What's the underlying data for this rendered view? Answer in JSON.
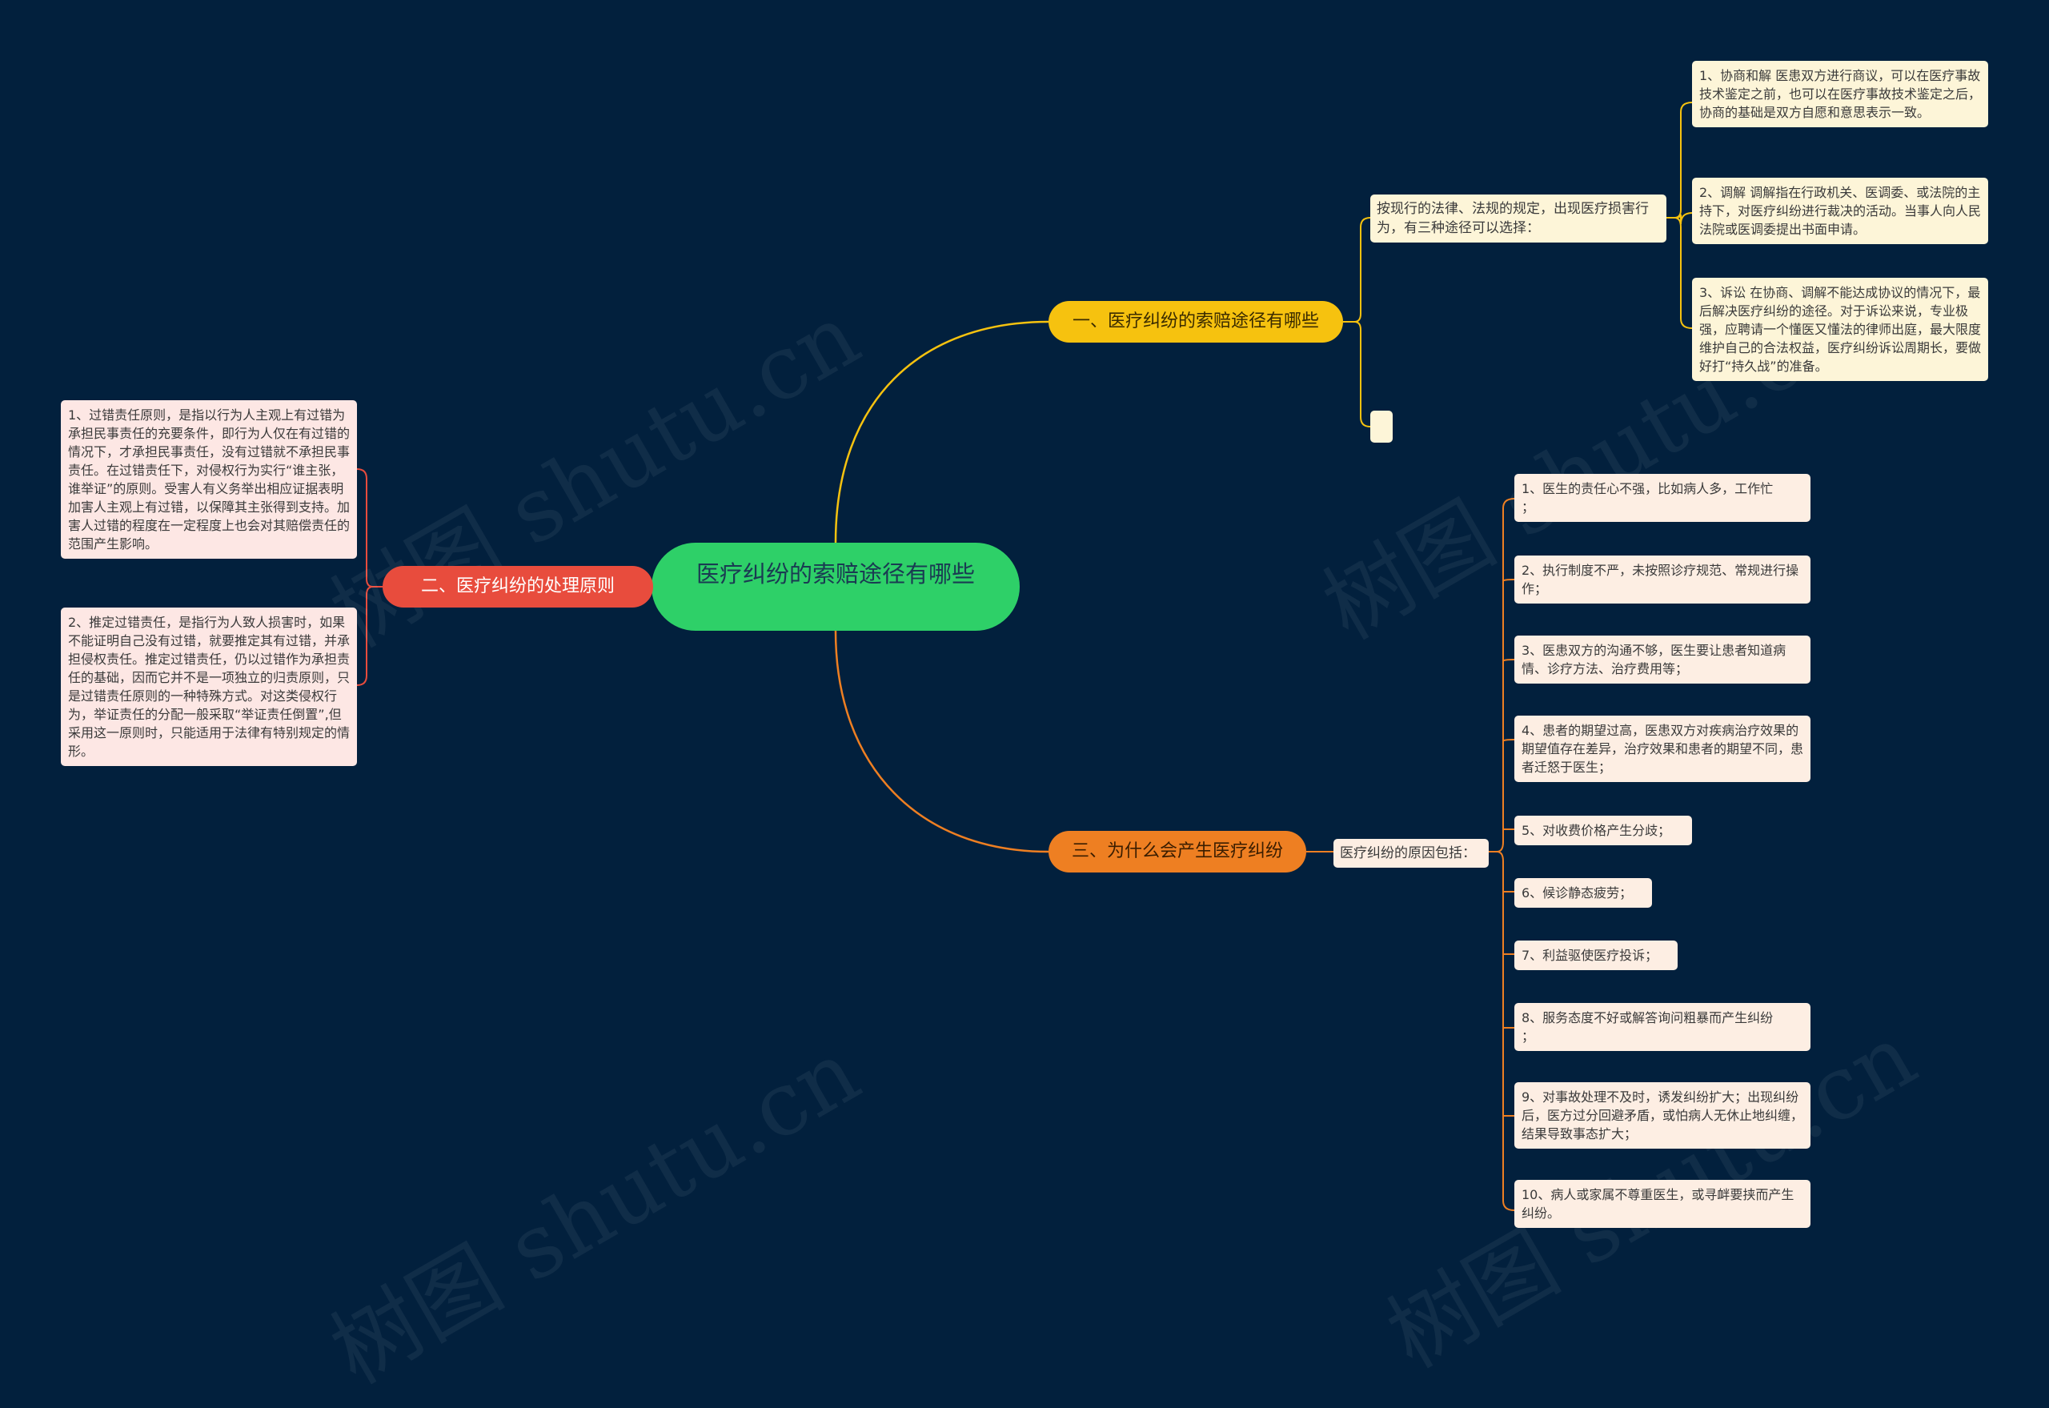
{
  "root": {
    "title": "医疗纠纷的索赔途径有哪些"
  },
  "watermark": "树图 shutu.cn",
  "colors": {
    "background": "#02203d",
    "root": "#2ed068",
    "branch1": "#f6c20f",
    "branch2": "#e84c3d",
    "branch3": "#ee7f22"
  },
  "branch1": {
    "title": "一、医疗纠纷的索赔途径有哪些",
    "intro": "按现行的法律、法规的规定，出现医疗损害行为，有三种途径可以选择：",
    "items": [
      "1、协商和解 医患双方进行商议，可以在医疗事故技术鉴定之前，也可以在医疗事故技术鉴定之后，协商的基础是双方自愿和意思表示一致。",
      "2、调解 调解指在行政机关、医调委、或法院的主持下，对医疗纠纷进行裁决的活动。当事人向人民法院或医调委提出书面申请。",
      "3、诉讼 在协商、调解不能达成协议的情况下，最后解决医疗纠纷的途径。对于诉讼来说，专业极强，应聘请一个懂医又懂法的律师出庭，最大限度维护自己的合法权益，医疗纠纷诉讼周期长，要做好打“持久战”的准备。"
    ]
  },
  "branch2": {
    "title": "二、医疗纠纷的处理原则",
    "items": [
      "1、过错责任原则，是指以行为人主观上有过错为承担民事责任的充要条件，即行为人仅在有过错的情况下，才承担民事责任，没有过错就不承担民事责任。在过错责任下，对侵权行为实行“谁主张，谁举证”的原则。受害人有义务举出相应证据表明加害人主观上有过错，以保障其主张得到支持。加害人过错的程度在一定程度上也会对其赔偿责任的范围产生影响。",
      "2、推定过错责任，是指行为人致人损害时，如果不能证明自己没有过错，就要推定其有过错，并承担侵权责任。推定过错责任，仍以过错作为承担责任的基础，因而它并不是一项独立的归责原则，只是过错责任原则的一种特殊方式。对这类侵权行为，举证责任的分配一般采取“举证责任倒置”,但采用这一原则时，只能适用于法律有特别规定的情形。"
    ]
  },
  "branch3": {
    "title": "三、为什么会产生医疗纠纷",
    "intro": "医疗纠纷的原因包括：",
    "items": [
      "1、医生的责任心不强，比如病人多，工作忙\n；",
      "2、执行制度不严，未按照诊疗规范、常规进行操作；",
      "3、医患双方的沟通不够，医生要让患者知道病情、诊疗方法、治疗费用等；",
      "4、患者的期望过高，医患双方对疾病治疗效果的期望值存在差异，治疗效果和患者的期望不同，患者迁怒于医生；",
      "5、对收费价格产生分歧；",
      "6、候诊静态疲劳；",
      "7、利益驱使医疗投诉；",
      "8、服务态度不好或解答询问粗暴而产生纠纷\n；",
      "9、对事故处理不及时，诱发纠纷扩大；出现纠纷后，医方过分回避矛盾，或怕病人无休止地纠缠，结果导致事态扩大；",
      "10、病人或家属不尊重医生，或寻衅要挟而产生纠纷。"
    ]
  }
}
